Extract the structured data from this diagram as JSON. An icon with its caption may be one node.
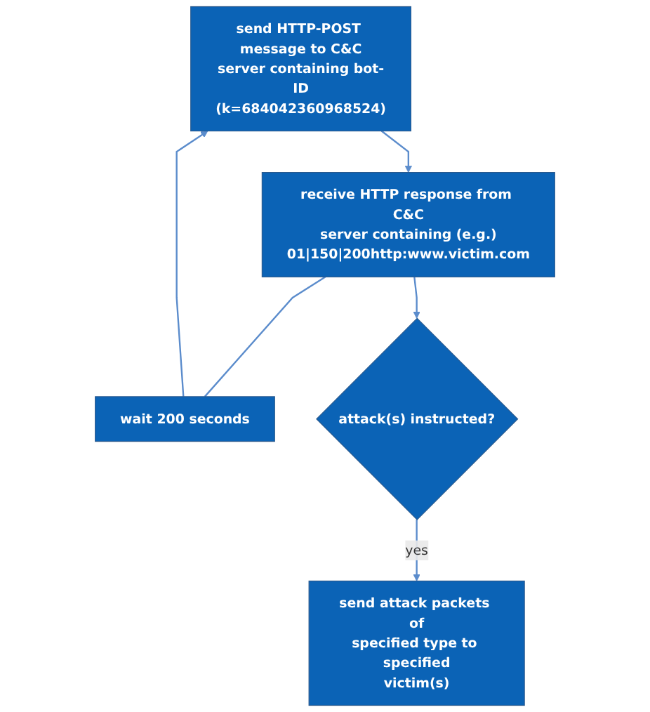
{
  "diagram": {
    "nodes": [
      {
        "text": [
          "send HTTP-POST message to C&C server containing bot-ID (k=684042360968524)"
        ]
      },
      {
        "text": [
          "wait 200 seconds"
        ]
      },
      {
        "text": [
          "receive HTTP response from C&C server containing (e.g.) 01|150|200http:www.victim.com"
        ]
      },
      {
        "text": [
          "attack(s) instructed?"
        ]
      },
      {
        "text": [
          "send attack packets of specified type to specified victim(s)"
        ]
      }
    ],
    "edges": [
      {
        "from": 1,
        "to": 0,
        "arrow": "to"
      },
      {
        "from": 0,
        "to": 2,
        "arrow": "to"
      },
      {
        "from": 2,
        "to": 1,
        "arrow": "none"
      },
      {
        "from": 2,
        "to": 3,
        "arrow": "to"
      },
      {
        "from": 3,
        "to": 4,
        "arrow": "to",
        "label": "yes"
      }
    ]
  }
}
